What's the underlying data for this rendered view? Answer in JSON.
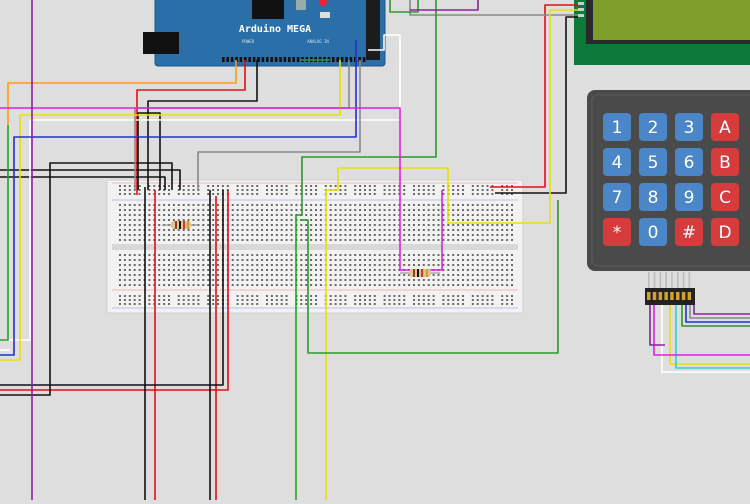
{
  "board": {
    "title": "Arduino MEGA",
    "power_label": "POWER",
    "analog_label": "ANALOG IN",
    "body_color": "#2b6fa8"
  },
  "lcd": {
    "module": "16x2 LCD",
    "screen_color": "#7e9d2a"
  },
  "keypad": {
    "rows": [
      [
        "1",
        "2",
        "3",
        "A"
      ],
      [
        "4",
        "5",
        "6",
        "B"
      ],
      [
        "7",
        "8",
        "9",
        "C"
      ],
      [
        "*",
        "0",
        "#",
        "D"
      ]
    ],
    "key_blue": "#4a86c8",
    "key_red": "#d63c3c",
    "body_color": "#4a4a4a"
  },
  "breadboard": {
    "color": "#f2f2f2"
  },
  "wire_colors": {
    "black": "#111111",
    "red": "#e01010",
    "white": "#ffffff",
    "gray": "#888888",
    "yellow": "#e8e000",
    "green": "#2a9a2a",
    "blue": "#2030d0",
    "orange": "#ff9a1a",
    "magenta": "#e020e0",
    "purple": "#8a20a0",
    "cyan": "#30d0d0"
  }
}
